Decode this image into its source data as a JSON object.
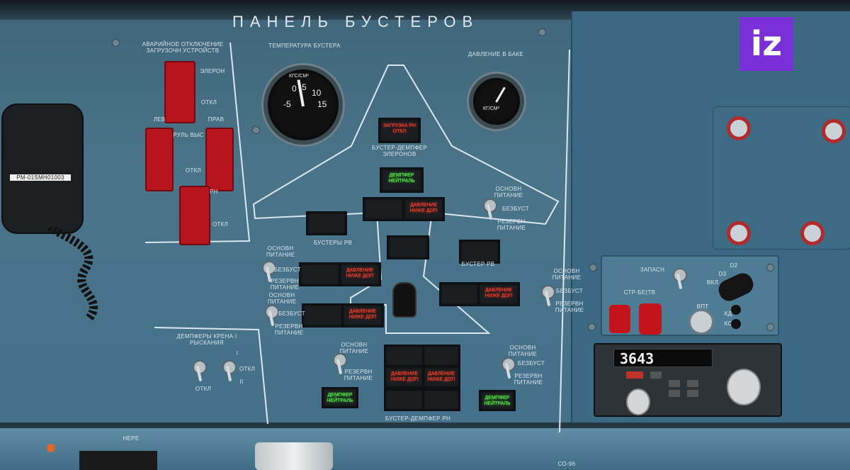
{
  "logo": {
    "text": "iz",
    "color": "#7b2fd6"
  },
  "panel": {
    "title": "ПАНЕЛЬ БУСТЕРОВ",
    "left_section_title": "АВАРИЙНОЕ ОТКЛЮЧЕНИЕ ЗАГРУЗОЧН УСТРОЙСТВ",
    "gauge_temp_label": "ТЕМПЕРАТУРА БУСТЕРА",
    "gauge_temp_unit": "КГС/СМ²",
    "gauge_temp_ticks": [
      "-5",
      "0",
      "5",
      "10",
      "15"
    ],
    "gauge_press_label": "ДАВЛЕНИЕ В БАКЕ",
    "gauge_press_unit": "КГ/СМ²",
    "eleron": "ЭЛЕРОН",
    "otkl": "ОТКЛ",
    "lev": "ЛЕВ",
    "prav": "ПРАВ",
    "rul_vys": "РУЛЬ ВЫС",
    "rn": "РН",
    "booster_damper_eleron": "БУСТЕР-ДЕМПФЕР ЭЛЕРОНОВ",
    "boosters_rv_left": "БУСТЕРЫ РВ",
    "boosters_rv_right": "БУСТЕР РВ",
    "osnov": "ОСНОВН ПИТАНИЕ",
    "bezbust": "БЕЗБУСТ",
    "rezerv": "РЕЗЕРВН ПИТАНИЕ",
    "damper_kren": "ДЕМПФЕРЫ КРЕНА І РЫСКАНИЯ",
    "d_i": "I",
    "d_ii": "II",
    "booster_damper_rn": "БУСТЕР-ДЕМПФЕР РН",
    "ann_zagruz": "ЗАГРУЗКА РН ОТКЛ",
    "ann_damper_neutral": "ДЕМПФЕР НЕЙТРАЛЬ",
    "ann_davlenie": "ДАВЛЕНИЕ НИЖЕ ДОП",
    "mic_label": "PM-01SMH01003",
    "freq": "3643",
    "zapasn": "ЗАПАСН",
    "stb": "СТР-БЕ(ТВ",
    "nav_labels": [
      "D2",
      "D3",
      "ВКЛ",
      "ВПТ",
      "КД",
      "КС"
    ],
    "bottom_label": "СО-96",
    "bottom_left": "НЕРЕ"
  }
}
